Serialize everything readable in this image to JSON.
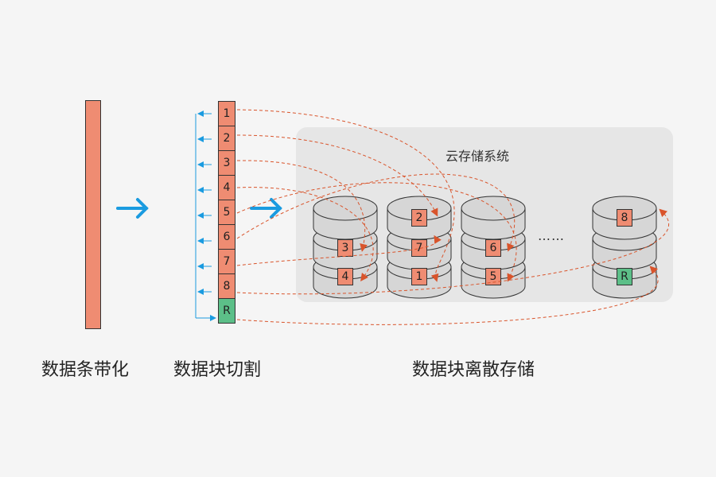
{
  "captions": {
    "striping": "数据条带化",
    "split": "数据块切割",
    "scatter": "数据块离散存储"
  },
  "cloud": {
    "title": "云存储系统",
    "ellipsis": "……"
  },
  "blocks": [
    "1",
    "2",
    "3",
    "4",
    "5",
    "6",
    "7",
    "8",
    "R"
  ],
  "disks": [
    {
      "cells": [
        "",
        "3",
        "4"
      ]
    },
    {
      "cells": [
        "2",
        "7",
        "1"
      ]
    },
    {
      "cells": [
        "",
        "6",
        "5"
      ]
    },
    {
      "cells": [
        "8",
        "",
        "R"
      ]
    }
  ],
  "colors": {
    "block": "#ef8c72",
    "parity": "#5cbf88",
    "arrow": "#1a9be0",
    "link": "#d9542b"
  }
}
